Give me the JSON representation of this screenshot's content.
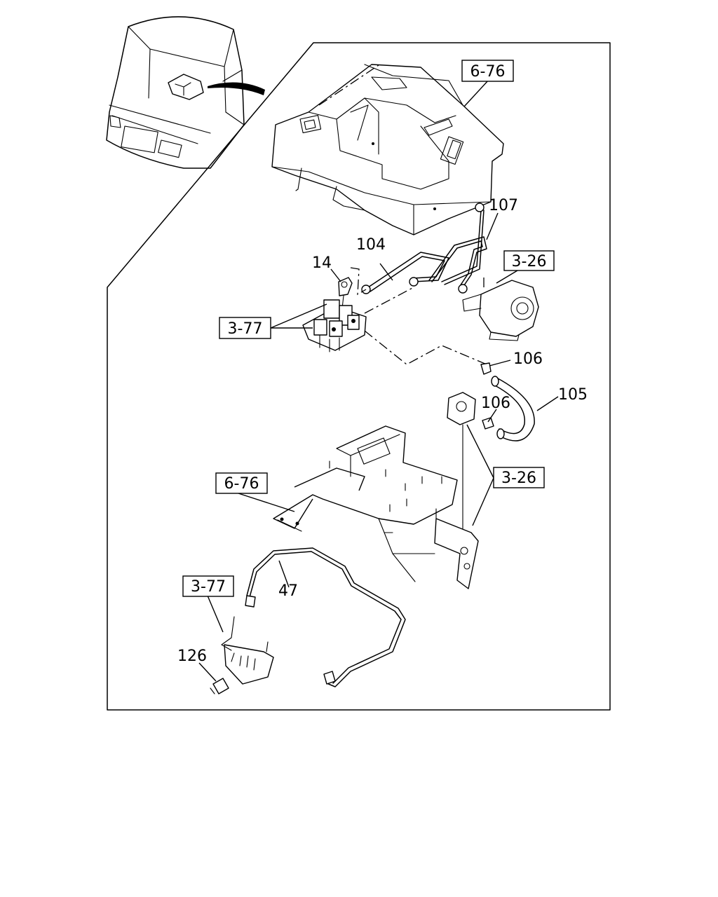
{
  "callouts": {
    "ref_6_76_top": "6-76",
    "ref_3_26_top": "3-26",
    "ref_3_77_top": "3-77",
    "ref_6_76_mid": "6-76",
    "ref_3_26_mid": "3-26",
    "ref_3_77_bottom": "3-77",
    "part_107": "107",
    "part_104": "104",
    "part_14": "14",
    "part_106_a": "106",
    "part_105": "105",
    "part_106_b": "106",
    "part_47": "47",
    "part_126": "126"
  }
}
